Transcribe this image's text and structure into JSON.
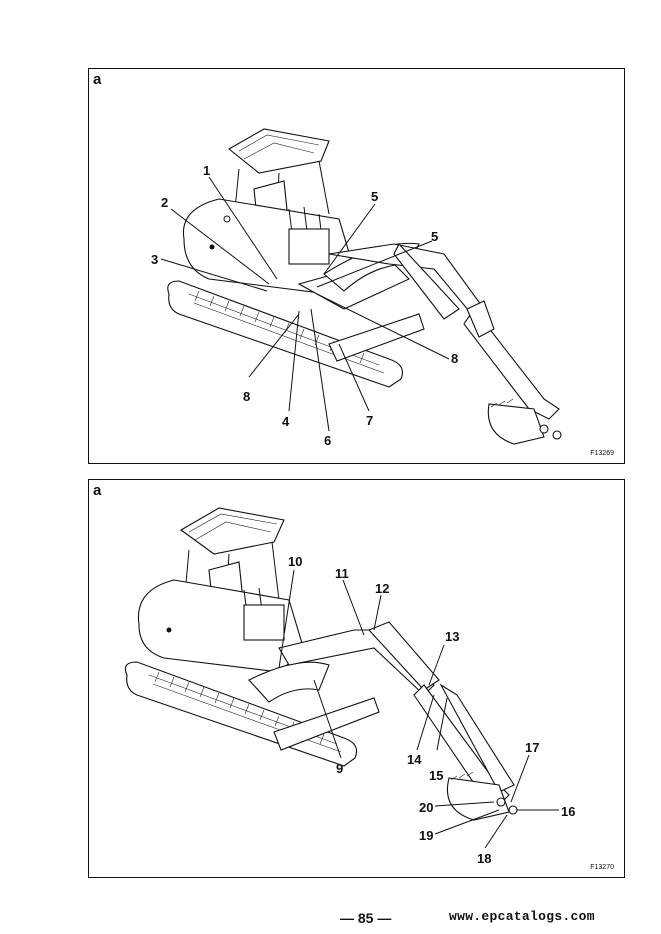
{
  "top_panel": {
    "letter": "a",
    "figure_code": "F13269",
    "callouts": [
      "1",
      "2",
      "3",
      "5",
      "5",
      "8",
      "8",
      "4",
      "6",
      "7"
    ]
  },
  "bottom_panel": {
    "letter": "a",
    "figure_code": "F13270",
    "callouts": [
      "10",
      "11",
      "12",
      "13",
      "9",
      "14",
      "15",
      "17",
      "16",
      "20",
      "19",
      "18"
    ]
  },
  "footer": {
    "page_number": "— 85 —",
    "watermark": "www.epcatalogs.com"
  }
}
